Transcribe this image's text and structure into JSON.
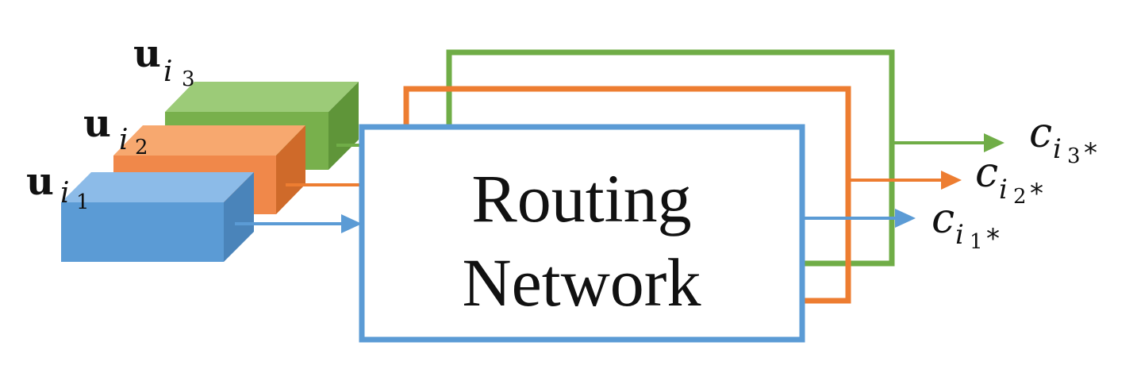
{
  "routing_box": {
    "line1": "Routing",
    "line2": "Network"
  },
  "inputs": [
    {
      "symbol": "u",
      "sub": "i",
      "index": "1"
    },
    {
      "symbol": "u",
      "sub": "i",
      "index": "2"
    },
    {
      "symbol": "u",
      "sub": "i",
      "index": "3"
    }
  ],
  "outputs": [
    {
      "symbol": "c",
      "sub": "i",
      "index": "1",
      "star": "*"
    },
    {
      "symbol": "c",
      "sub": "i",
      "index": "2",
      "star": "*"
    },
    {
      "symbol": "c",
      "sub": "i",
      "index": "3",
      "star": "*"
    }
  ],
  "colors": {
    "blue": "#5b9bd5",
    "orange": "#ed7d31",
    "green": "#70ad47",
    "blue_front": "#5b9bd5",
    "blue_top": "#8cbbe8",
    "blue_side": "#4a84ba",
    "orange_front": "#f0884a",
    "orange_top": "#f7a86f",
    "orange_side": "#cf6a2a",
    "green_front": "#78b04c",
    "green_top": "#9ccb78",
    "green_side": "#5f9539"
  }
}
